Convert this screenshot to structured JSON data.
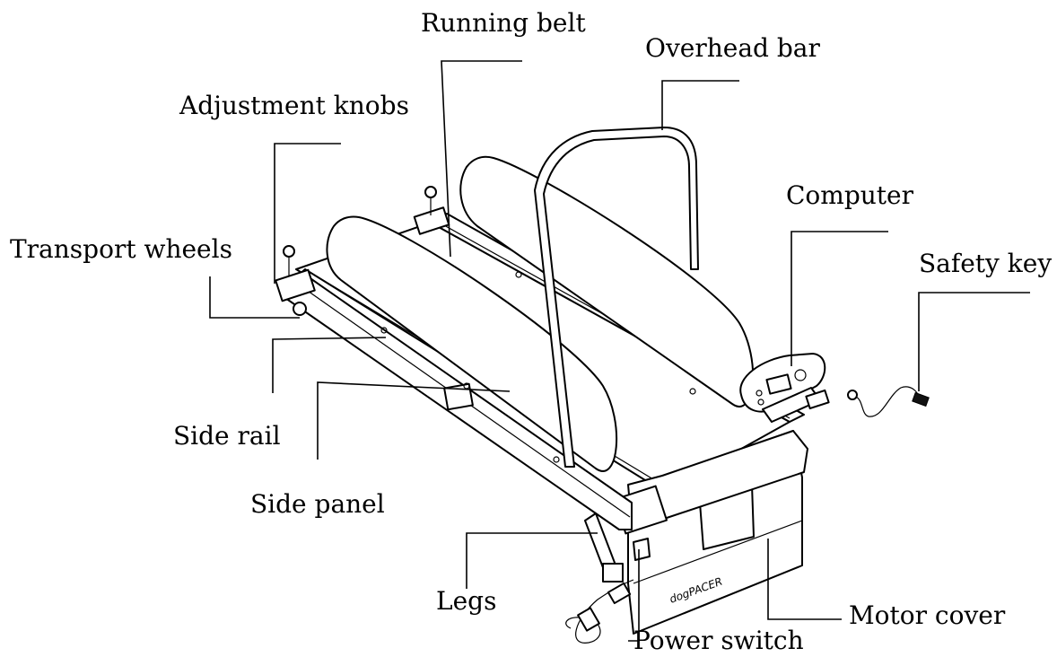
{
  "labels": {
    "running_belt": "Running belt",
    "overhead_bar": "Overhead bar",
    "adjustment_knobs": "Adjustment knobs",
    "computer": "Computer",
    "transport_wheels": "Transport wheels",
    "safety_key": "Safety key",
    "side_rail": "Side rail",
    "side_panel": "Side panel",
    "legs": "Legs",
    "motor_cover": "Motor cover",
    "power_switch": "Power switch"
  },
  "brand_mark": "dogPACER"
}
